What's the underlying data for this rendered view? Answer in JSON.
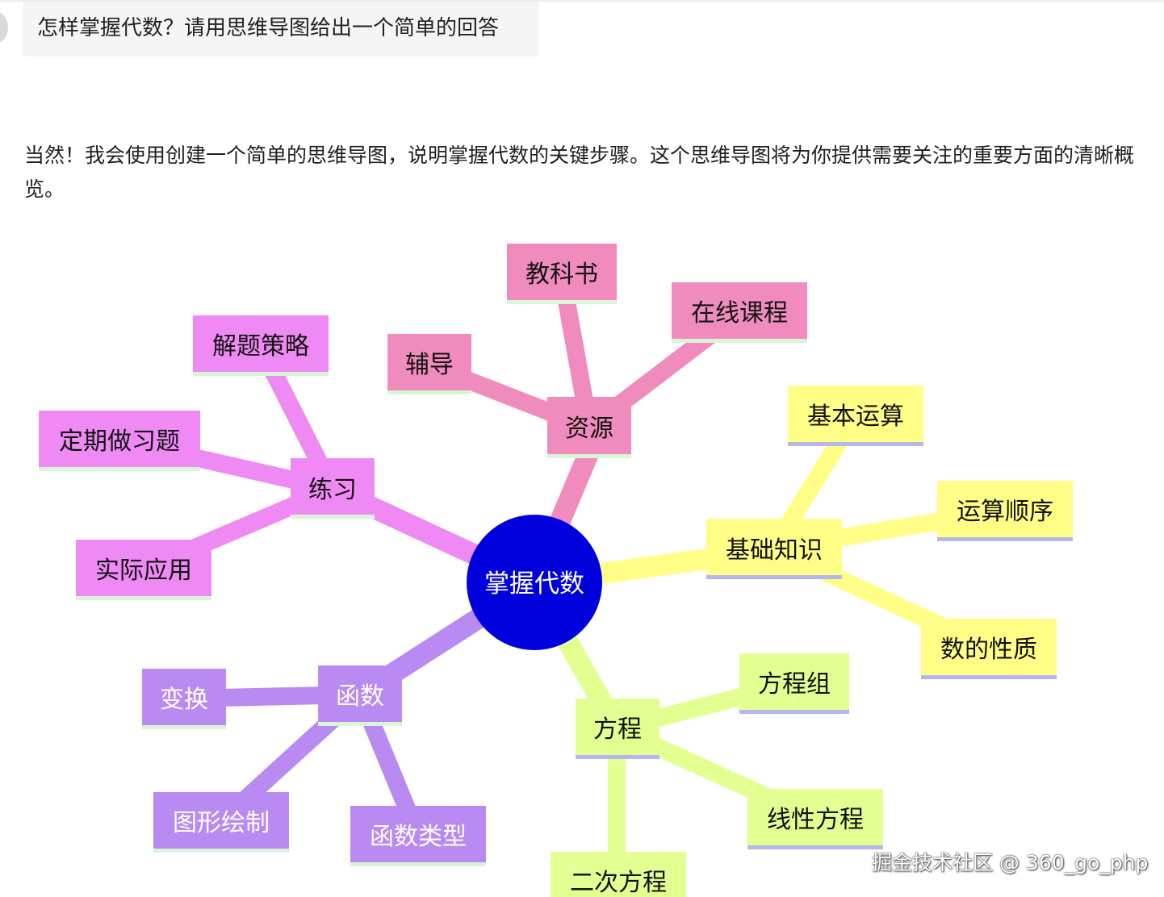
{
  "question": "怎样掌握代数？请用思维导图给出一个简单的回答",
  "answer": "当然！我会使用创建一个简单的思维导图，说明掌握代数的关键步骤。这个思维导图将为你提供需要关注的重要方面的清晰概览。",
  "watermark": "掘金技术社区 @ 360_go_php",
  "mindmap": {
    "root": "掌握代数",
    "branches": [
      {
        "label": "资源",
        "color": "#f08bbd",
        "children": [
          "辅导",
          "教科书",
          "在线课程"
        ]
      },
      {
        "label": "基础知识",
        "color": "#ffff88",
        "children": [
          "基本运算",
          "运算顺序",
          "数的性质"
        ]
      },
      {
        "label": "方程",
        "color": "#e2ff91",
        "children": [
          "方程组",
          "线性方程",
          "二次方程"
        ]
      },
      {
        "label": "函数",
        "color": "#b98bf2",
        "children": [
          "变换",
          "图形绘制",
          "函数类型"
        ]
      },
      {
        "label": "练习",
        "color": "#ef8af5",
        "children": [
          "解题策略",
          "定期做习题",
          "实际应用"
        ]
      }
    ],
    "colors": {
      "root_fill": "#0000dd",
      "underline_light": "#d8f5d8",
      "underline_violet": "#b6b6ee"
    }
  }
}
